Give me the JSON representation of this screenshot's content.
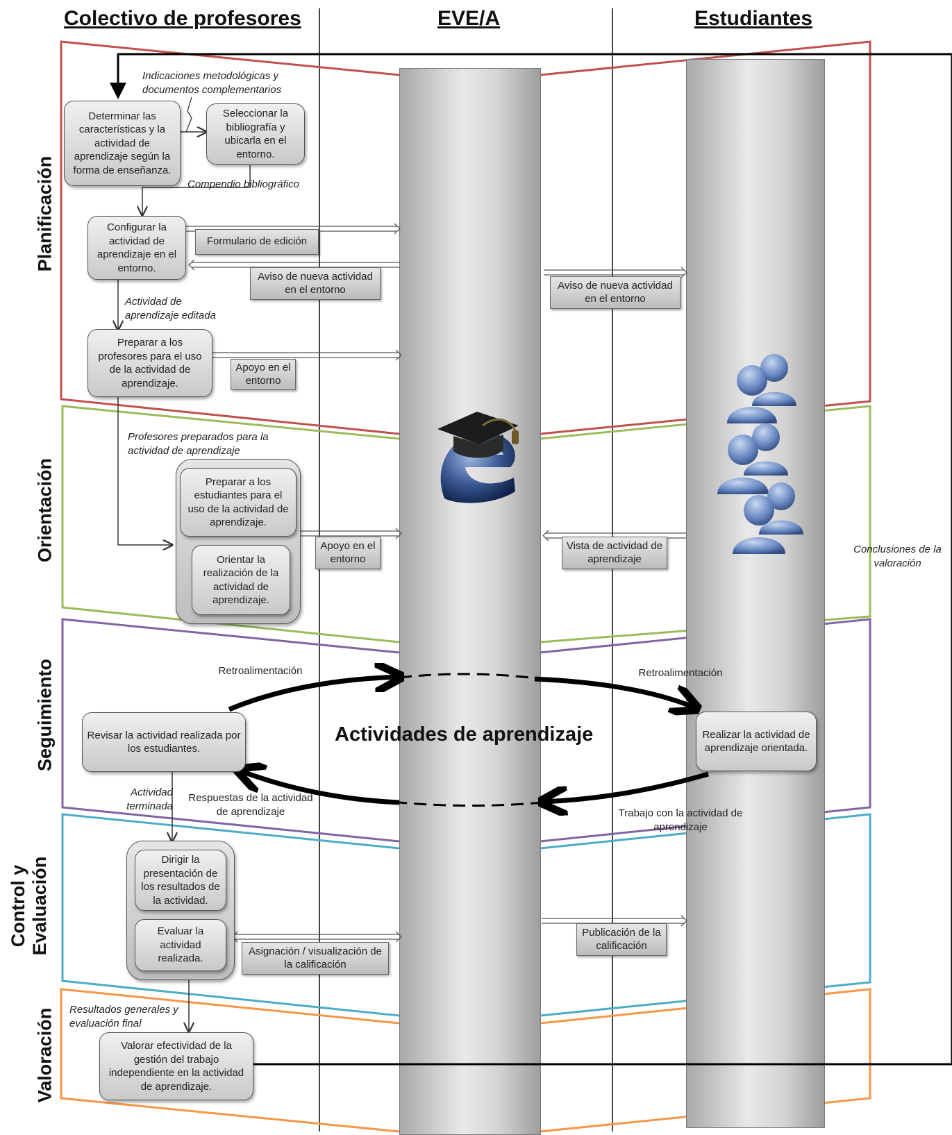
{
  "columns": {
    "teachers": "Colectivo de profesores",
    "platform": "EVE/A",
    "students": "Estudiantes"
  },
  "phases": {
    "planning": "Planificación",
    "orientation": "Orientación",
    "monitoring": "Seguimiento",
    "control_line1": "Control y",
    "control_line2": "Evaluación",
    "assessment": "Valoración"
  },
  "phase_colors": {
    "planning": "#c0504d",
    "orientation": "#9bbb59",
    "monitoring": "#8064a2",
    "control": "#4bacc6",
    "assessment": "#f79646"
  },
  "boxes": {
    "determinar": "Determinar las características y la actividad de aprendizaje según la forma de enseñanza.",
    "seleccionar": "Seleccionar la bibliografía y ubicarla en el entorno.",
    "configurar": "Configurar la actividad de aprendizaje en el entorno.",
    "preparar_prof": "Preparar a los profesores para el uso de la actividad de aprendizaje.",
    "preparar_est": "Preparar a los estudiantes para el uso de la actividad de aprendizaje.",
    "orientar": "Orientar la realización de la actividad de aprendizaje.",
    "revisar": "Revisar la actividad realizada por los estudiantes.",
    "realizar": "Realizar la actividad de aprendizaje orientada.",
    "dirigir": "Dirigir la presentación de los resultados de la actividad.",
    "evaluar": "Evaluar la actividad realizada.",
    "valorar": "Valorar efectividad de la gestión del trabajo independiente en la actividad de aprendizaje."
  },
  "labels": {
    "formulario": "Formulario de edición",
    "aviso_left": "Aviso de nueva actividad en el entorno",
    "aviso_right": "Aviso de nueva actividad en el entorno",
    "apoyo1": "Apoyo en el entorno",
    "apoyo2": "Apoyo en el entorno",
    "vista": "Vista de actividad de aprendizaje",
    "asignacion": "Asignación / visualización de la calificación",
    "publicacion": "Publicación de la calificación"
  },
  "notes": {
    "indicaciones": "Indicaciones metodológicas y documentos complementarios",
    "compendio": "Compendio bibliográfico",
    "actividad_editada": "Actividad de aprendizaje editada",
    "profesores_preparados": "Profesores preparados para la actividad de aprendizaje",
    "actividad_terminada": "Actividad terminada",
    "resultados_generales": "Resultados generales y evaluación final",
    "conclusiones": "Conclusiones de la valoración"
  },
  "flow": {
    "retro_left": "Retroalimentación",
    "retro_right": "Retroalimentación",
    "respuestas": "Respuestas de la actividad de aprendizaje",
    "trabajo": "Trabajo con la actividad de aprendizaje",
    "center_title": "Actividades de aprendizaje"
  },
  "icons": {
    "platform_logo": "graduation-cap-e-logo-icon",
    "students": "people-group-icon"
  }
}
